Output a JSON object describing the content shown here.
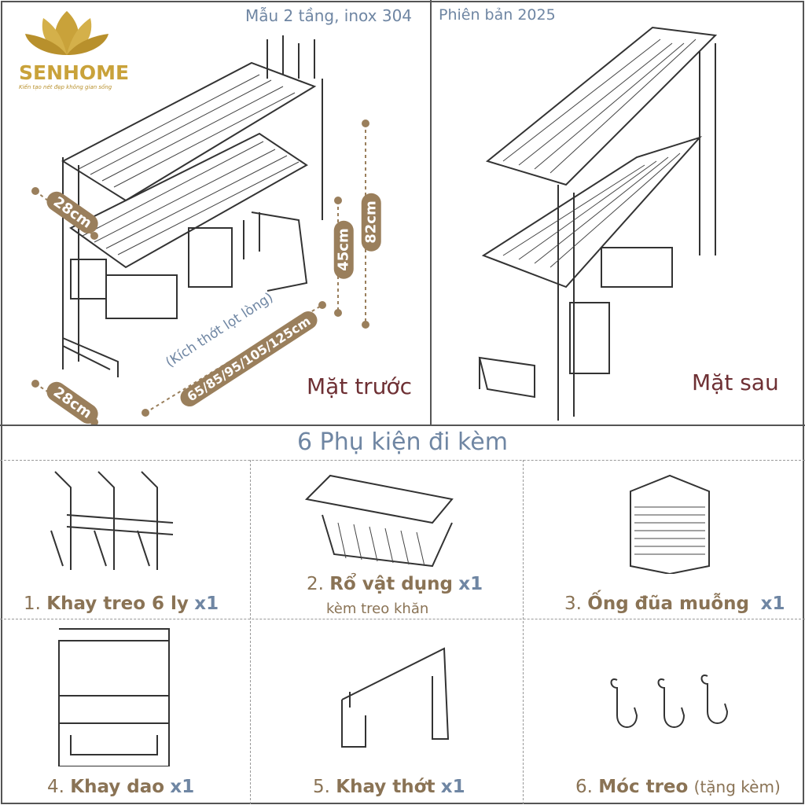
{
  "brand": {
    "name": "SENHOME",
    "tagline": "Kiến tạo nét đẹp không gian sống",
    "gold": "#c9a23a"
  },
  "front": {
    "model_text": "Mẫu 2 tầng, inox 304",
    "label": "Mặt trước",
    "dims": {
      "depth_top": "28cm",
      "depth_bottom": "28cm",
      "tier_height": "45cm",
      "total_height": "82cm",
      "inner_size_note": "(Kích thớt lọt lòng)",
      "widths": "65/85/95/105/125cm"
    }
  },
  "back": {
    "version_text": "Phiên bản 2025",
    "label": "Mặt sau"
  },
  "accessories": {
    "title": "6 Phụ kiện đi kèm",
    "items": [
      {
        "num": "1.",
        "name": "Khay treo 6 ly",
        "qty": "x1"
      },
      {
        "num": "2.",
        "name": "Rổ vật dụng",
        "qty": "x1",
        "sub": "kèm treo khăn"
      },
      {
        "num": "3.",
        "name": "Ống đũa muỗng",
        "qty": "x1"
      },
      {
        "num": "4.",
        "name": "Khay dao",
        "qty": "x1"
      },
      {
        "num": "5.",
        "name": "Khay thớt",
        "qty": "x1"
      },
      {
        "num": "6.",
        "name": "Móc treo",
        "qty": "(tặng kèm)"
      }
    ]
  },
  "colors": {
    "slate": "#6f86a3",
    "brown": "#9a7f5c",
    "maroon": "#6e3034"
  }
}
